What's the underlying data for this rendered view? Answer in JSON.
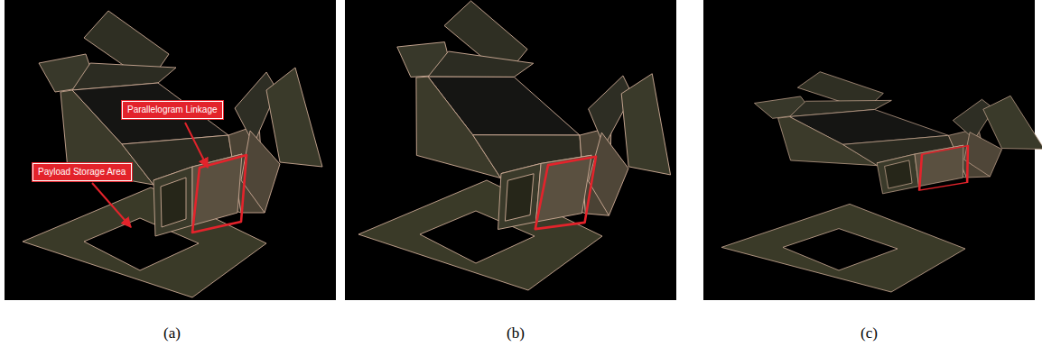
{
  "diagram": {
    "nodes": [
      {
        "text": [
          "Parallelogram Linkage"
        ]
      },
      {
        "text": [
          "Payload Storage Area"
        ]
      }
    ],
    "labels": [
      "(a)",
      "(b)",
      "(c)"
    ]
  }
}
